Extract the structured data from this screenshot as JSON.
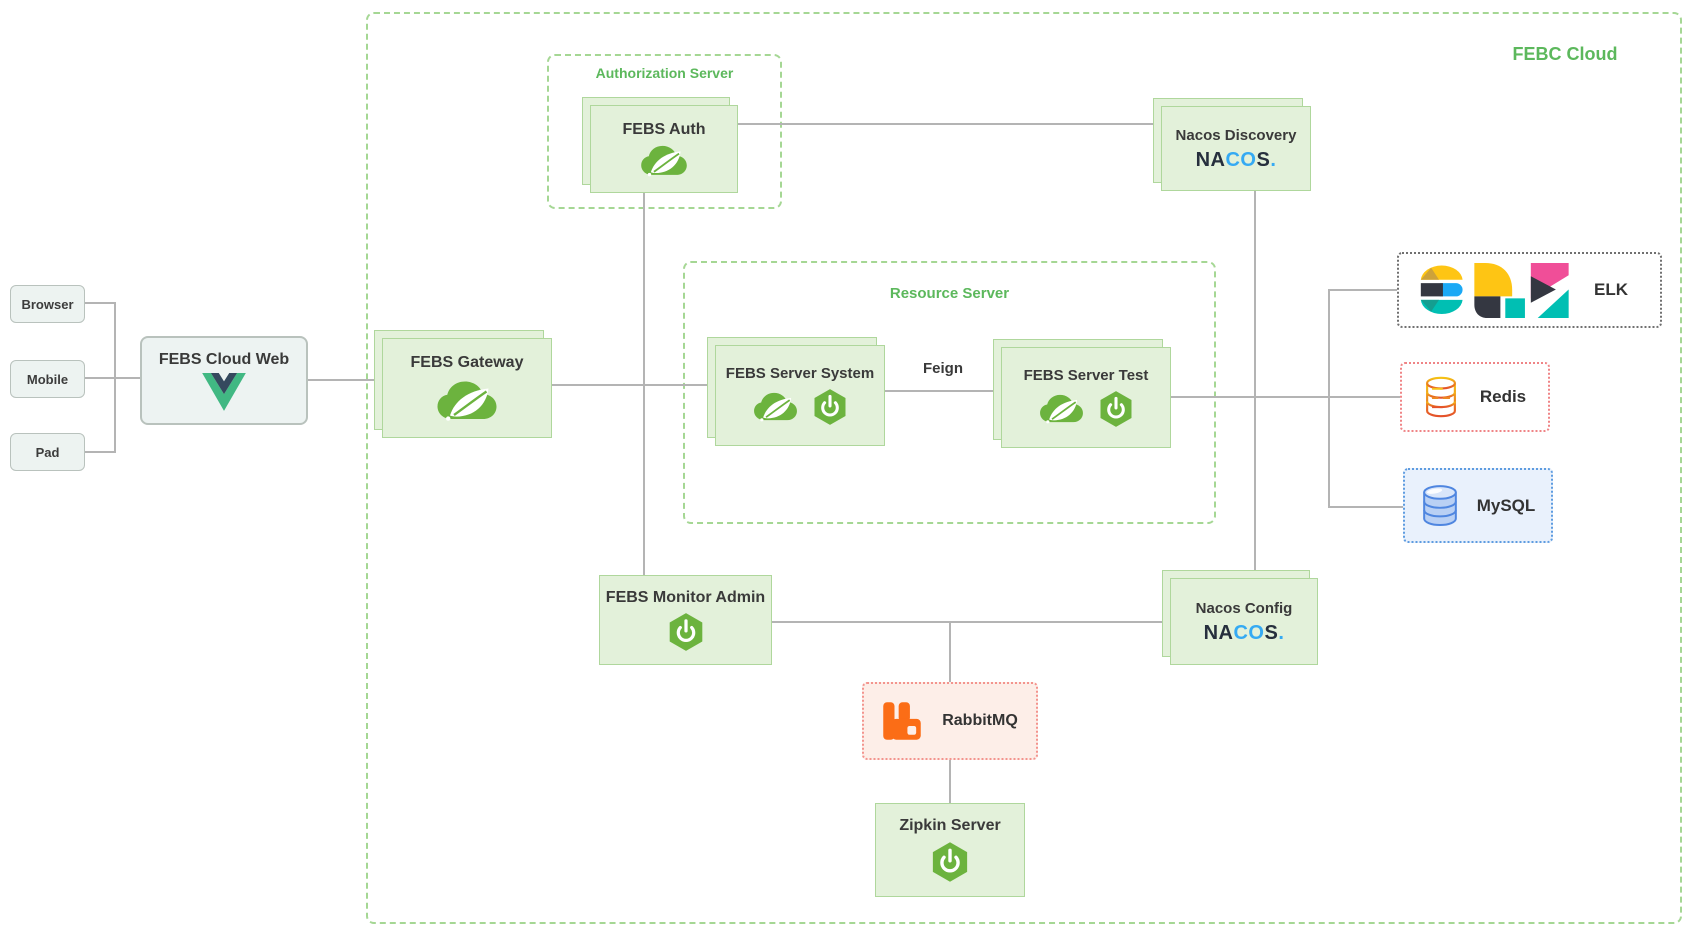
{
  "cloud": {
    "label": "FEBC Cloud"
  },
  "groups": {
    "authorization": {
      "label": "Authorization Server"
    },
    "resource": {
      "label": "Resource Server"
    }
  },
  "nodes": {
    "browser": {
      "label": "Browser"
    },
    "mobile": {
      "label": "Mobile"
    },
    "pad": {
      "label": "Pad"
    },
    "cloud_web": {
      "label": "FEBS Cloud Web"
    },
    "gateway": {
      "label": "FEBS Gateway"
    },
    "auth": {
      "label": "FEBS Auth"
    },
    "nacos_discovery": {
      "label": "Nacos Discovery"
    },
    "server_system": {
      "label": "FEBS Server System"
    },
    "server_test": {
      "label": "FEBS Server Test"
    },
    "monitor_admin": {
      "label": "FEBS Monitor Admin"
    },
    "nacos_config": {
      "label": "Nacos Config"
    },
    "rabbitmq": {
      "label": "RabbitMQ"
    },
    "zipkin": {
      "label": "Zipkin Server"
    },
    "elk": {
      "label": "ELK"
    },
    "redis": {
      "label": "Redis"
    },
    "mysql": {
      "label": "MySQL"
    }
  },
  "edges": {
    "feign": {
      "label": "Feign"
    }
  },
  "logos": {
    "nacos": {
      "na": "NA",
      "co": "CO",
      "s": "S",
      "dot": "."
    }
  },
  "colors": {
    "group_green": "#5cb85c",
    "node_fill": "#e3f1da",
    "node_border": "#afd79c",
    "dashed_border": "#a5d794",
    "spring_green": "#6cb33e",
    "line_gray": "#b4b4b4",
    "nacos_dark": "#262f3d",
    "nacos_blue": "#35aaf3",
    "rabbit_orange": "#fb6d16",
    "elk_yellow": "#fec514",
    "elk_dark": "#343741",
    "elk_teal": "#00bfb3",
    "elk_pink": "#f04e98",
    "elk_blue": "#1ba9f5",
    "redis_orange_red": "#e4512a",
    "mysql_blue": "#4f86e0",
    "vue_green": "#41b883",
    "vue_dark": "#35495e"
  }
}
